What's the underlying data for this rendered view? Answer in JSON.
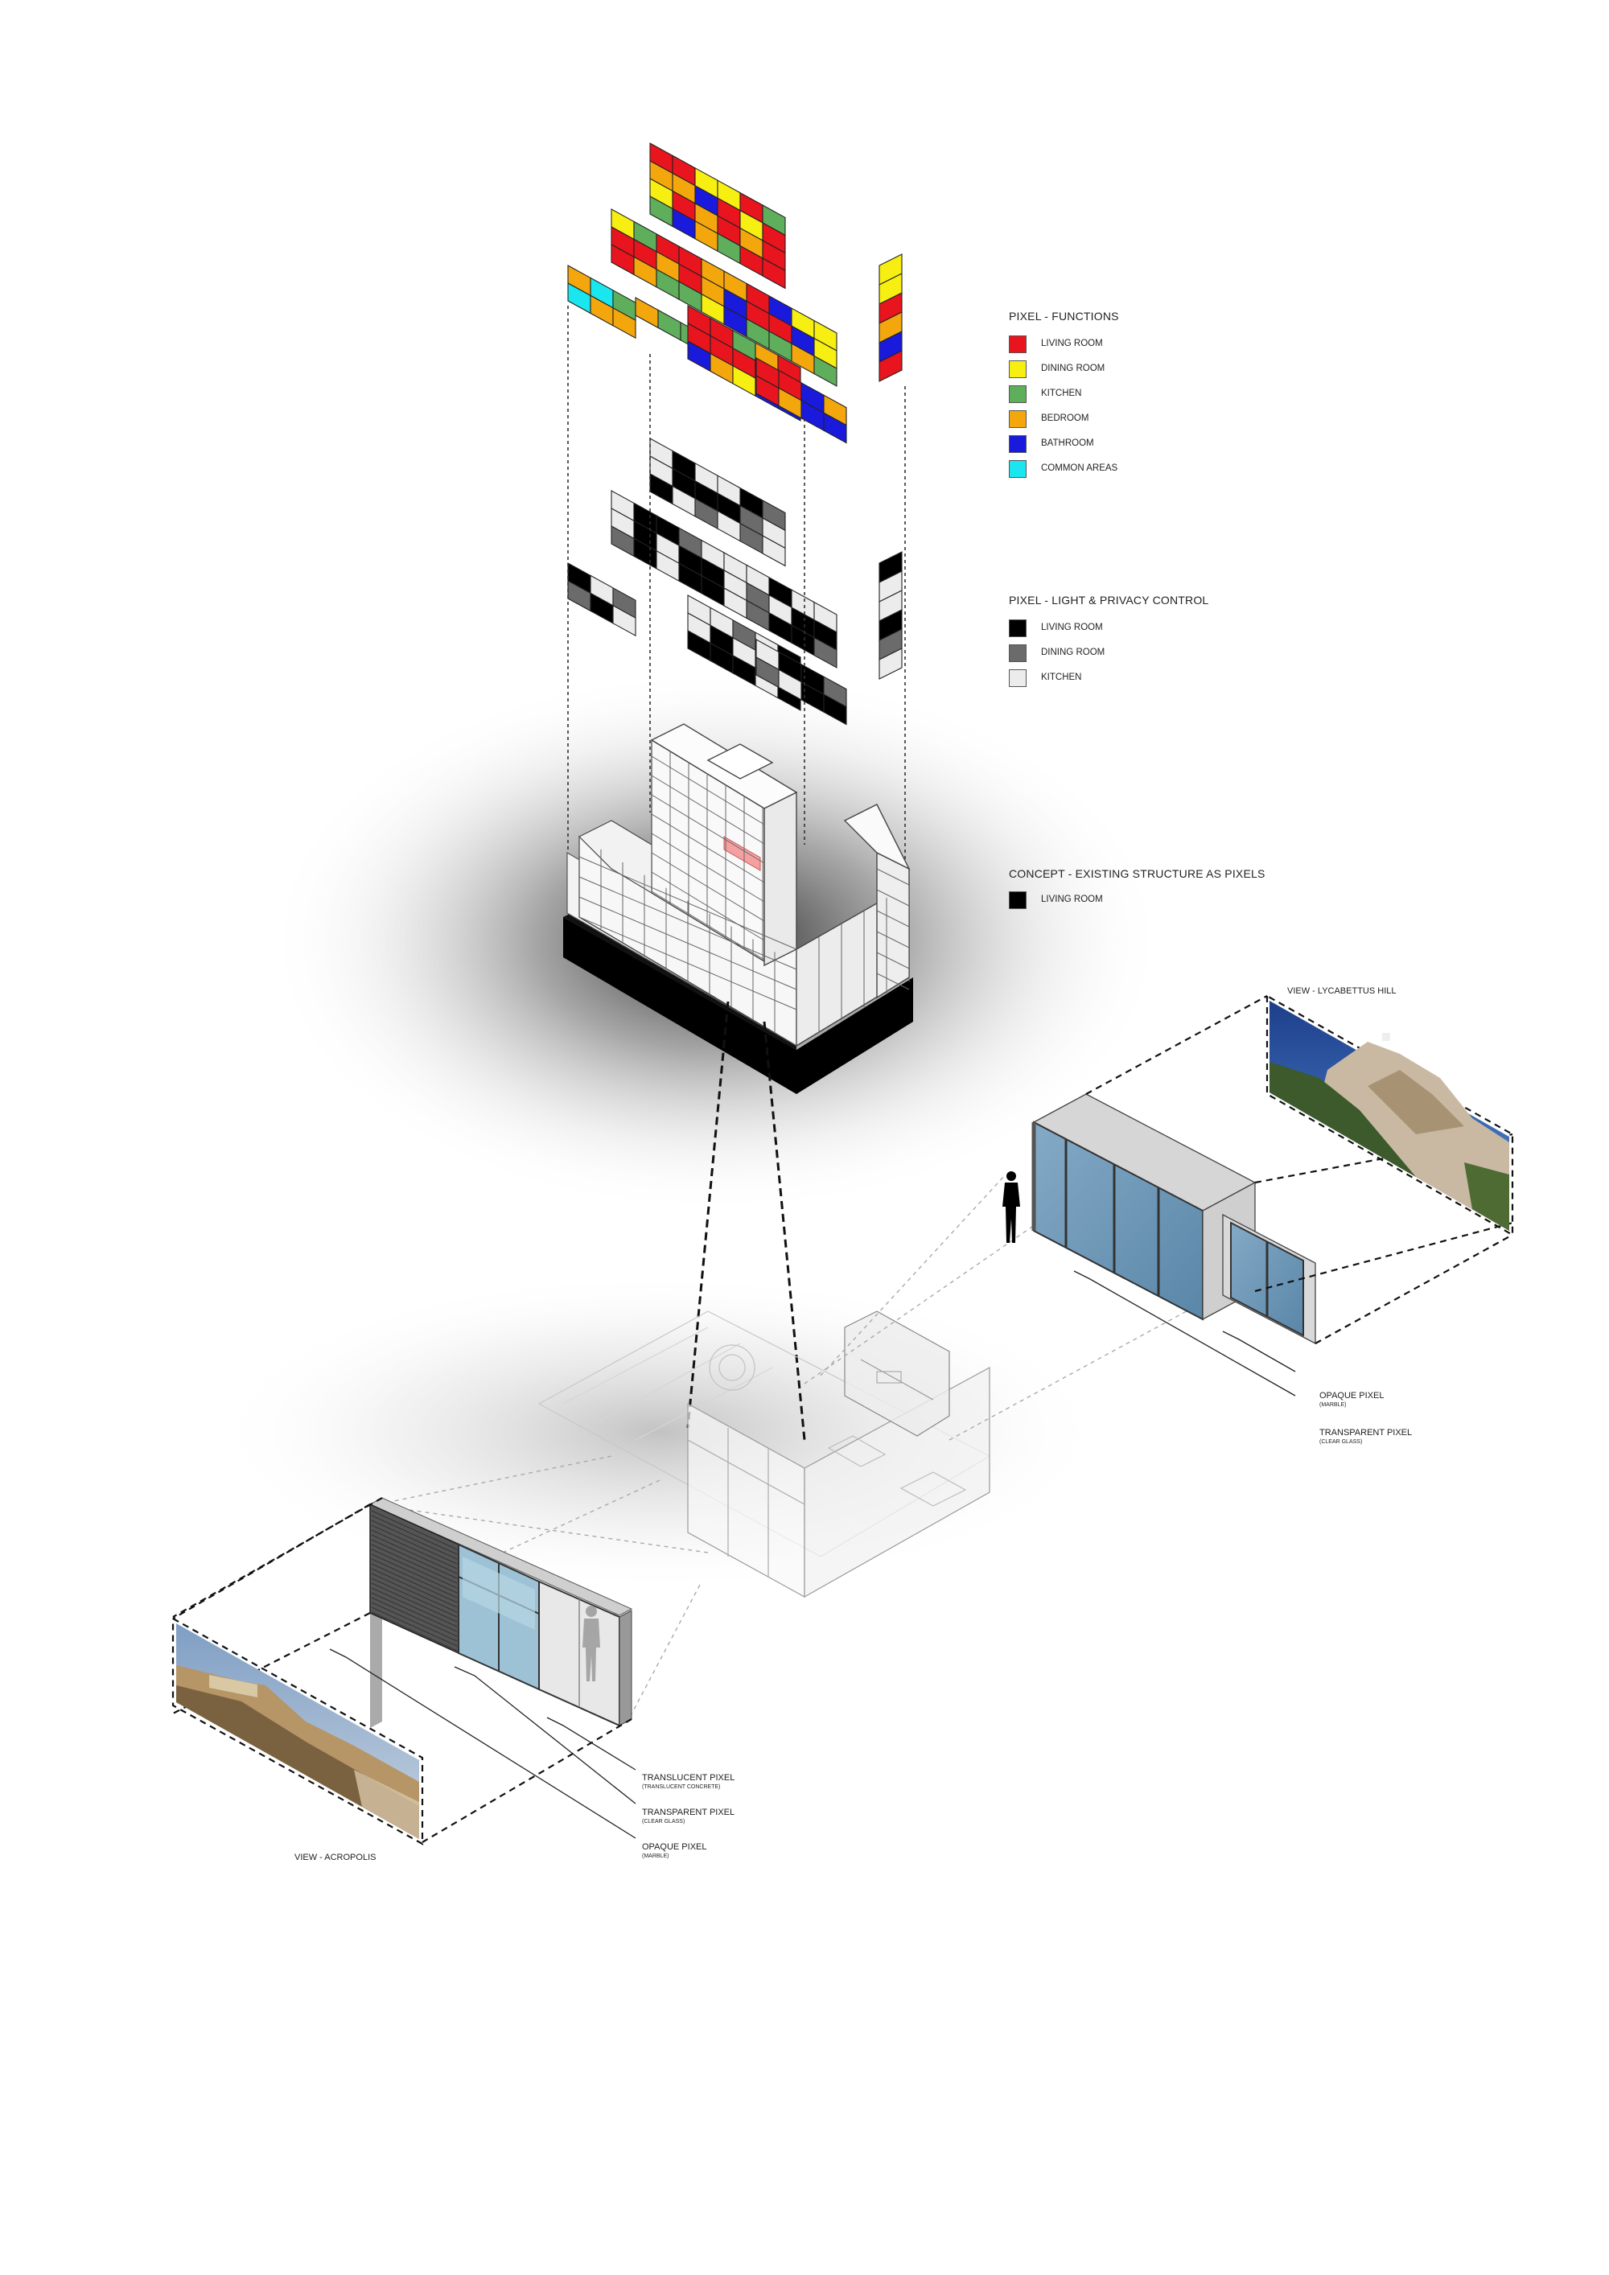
{
  "legends": {
    "functions": {
      "title": "PIXEL - FUNCTIONS",
      "items": [
        {
          "label": "LIVING ROOM",
          "color": "#e8141e"
        },
        {
          "label": "DINING ROOM",
          "color": "#f7ef12"
        },
        {
          "label": "KITCHEN",
          "color": "#5fae5c"
        },
        {
          "label": "BEDROOM",
          "color": "#f4a70c"
        },
        {
          "label": "BATHROOM",
          "color": "#1a1adc"
        },
        {
          "label": "COMMON AREAS",
          "color": "#19e6ee"
        }
      ]
    },
    "light": {
      "title": "PIXEL - LIGHT & PRIVACY CONTROL",
      "items": [
        {
          "label": "LIVING ROOM",
          "color": "#000000"
        },
        {
          "label": "DINING ROOM",
          "color": "#6b6b6b"
        },
        {
          "label": "KITCHEN",
          "color": "#ececec"
        }
      ]
    },
    "concept": {
      "title": "CONCEPT - EXISTING STRUCTURE AS PIXELS",
      "items": [
        {
          "label": "LIVING ROOM",
          "color": "#000000"
        }
      ]
    }
  },
  "views": {
    "lycabettus": {
      "title": "VIEW - LYCABETTUS HILL"
    },
    "acropolis": {
      "title": "VIEW - ACROPOLIS"
    }
  },
  "annotations": {
    "right": [
      {
        "main": "OPAQUE PIXEL",
        "sub": "(MARBLE)"
      },
      {
        "main": "TRANSPARENT PIXEL",
        "sub": "(CLEAR GLASS)"
      }
    ],
    "left": [
      {
        "main": "TRANSLUCENT PIXEL",
        "sub": "(TRANSLUCENT CONCRETE)"
      },
      {
        "main": "TRANSPARENT PIXEL",
        "sub": "(CLEAR GLASS)"
      },
      {
        "main": "OPAQUE PIXEL",
        "sub": "(MARBLE)"
      }
    ]
  },
  "palette": {
    "living": "#e8141e",
    "dining": "#f7ef12",
    "kitchen": "#5fae5c",
    "bedroom": "#f4a70c",
    "bathroom": "#1a1adc",
    "common": "#19e6ee",
    "glass": "#6f99b8",
    "wall": "#c9c9c9"
  }
}
